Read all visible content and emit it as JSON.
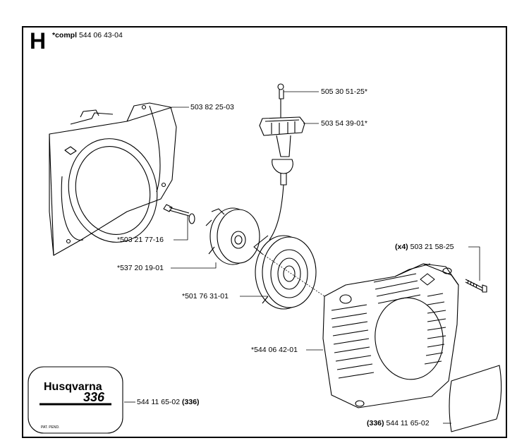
{
  "section": {
    "letter": "H",
    "compl_prefix": "*compl",
    "compl_number": "544 06 43-04"
  },
  "parts": [
    {
      "id": "fan-housing",
      "label": "503 82 25-03"
    },
    {
      "id": "rope-guide",
      "label": "505 30 51-25*"
    },
    {
      "id": "starter-handle",
      "label": "503 54 39-01*"
    },
    {
      "id": "screw",
      "label": "*503 21 77-16"
    },
    {
      "id": "pulley",
      "label": "*537 20 19-01"
    },
    {
      "id": "spring-cassette",
      "label": "*501 76 31-01"
    },
    {
      "id": "starter-cover",
      "label": "*544 06 42-01"
    }
  ],
  "bolts": {
    "qty": "(x4)",
    "number": "503 21 58-25"
  },
  "decal_left": {
    "number": "544 11 65-02",
    "model_tag": "(336)"
  },
  "decal_right": {
    "model_tag": "(336)",
    "number": "544 11 65-02"
  },
  "decal_art": {
    "brand": "Husqvarna",
    "model": "336",
    "note": "PAT. PEND."
  }
}
